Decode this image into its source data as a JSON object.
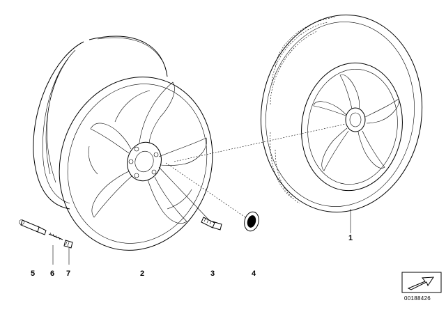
{
  "parts": [
    {
      "number": "1",
      "name": "complete-wheel-with-tyre"
    },
    {
      "number": "2",
      "name": "light-alloy-rim"
    },
    {
      "number": "3",
      "name": "wheel-bolt"
    },
    {
      "number": "4",
      "name": "hub-cap"
    },
    {
      "number": "5",
      "name": "tyre-valve"
    },
    {
      "number": "6",
      "name": "valve-insert"
    },
    {
      "number": "7",
      "name": "valve-cap"
    }
  ],
  "doc_number": "00188426"
}
